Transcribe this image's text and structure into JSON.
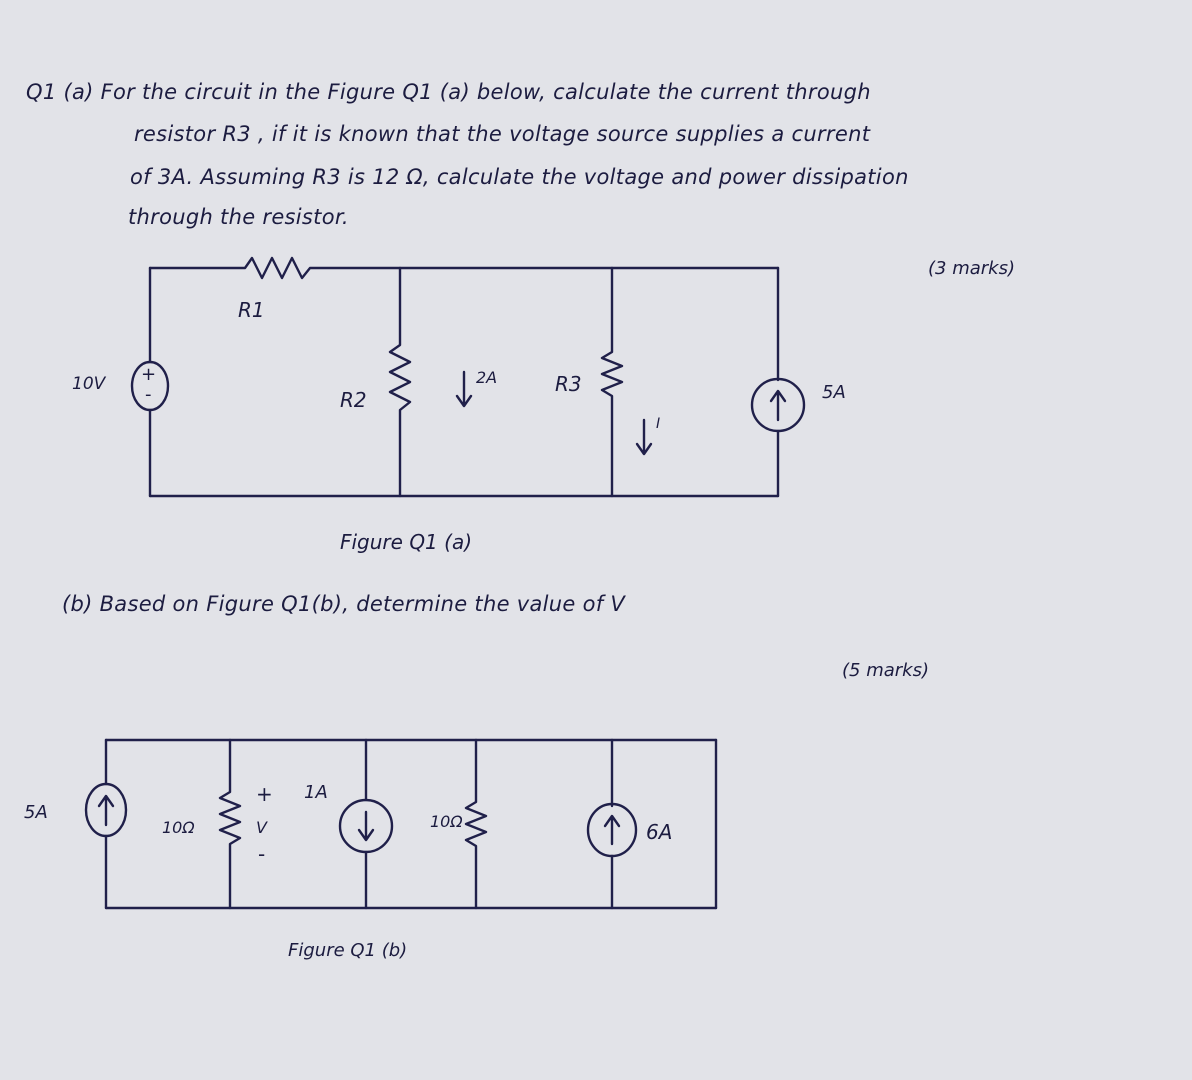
{
  "question": {
    "lines": [
      "Q1 (a) For the circuit in the Figure Q1 (a) below, calculate the current through",
      "resistor R3 , if it is known that the voltage source supplies a current",
      "of 3A. Assuming R3 is 12 Ω, calculate the voltage and power dissipation",
      "through the resistor."
    ],
    "marks_a": "(3 marks)",
    "part_b": "(b) Based on Figure Q1(b), determine the value of V",
    "marks_b": "(5 marks)"
  },
  "figure_a": {
    "caption": "Figure Q1 (a)",
    "labels": {
      "r1": "R1",
      "r2": "R2",
      "r3": "R3",
      "source_voltage": "10V",
      "plus": "+",
      "minus": "-",
      "r2_current": "2A",
      "r3_current": "I",
      "current_source": "5A"
    }
  },
  "figure_b": {
    "caption": "Figure Q1 (b)",
    "labels": {
      "left_source": "5A",
      "r_left": "10Ω",
      "v_plus": "+",
      "v_label": "V",
      "v_minus": "-",
      "middle_source": "1A",
      "r_right": "10Ω",
      "right_source": "6A"
    }
  }
}
